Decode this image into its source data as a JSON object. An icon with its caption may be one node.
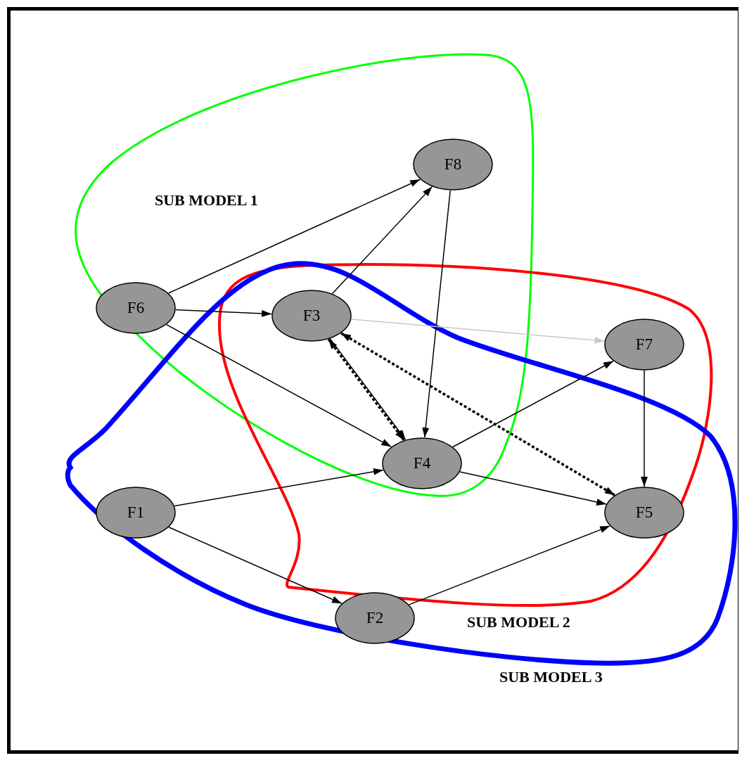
{
  "diagram": {
    "nodes": [
      {
        "text": [
          "F8"
        ]
      },
      {
        "text": [
          "F6"
        ]
      },
      {
        "text": [
          "F3"
        ]
      },
      {
        "text": [
          "F7"
        ]
      },
      {
        "text": [
          "F4"
        ]
      },
      {
        "text": [
          "F1"
        ]
      },
      {
        "text": [
          "F5"
        ]
      },
      {
        "text": [
          "F2"
        ]
      }
    ],
    "labels": [
      "SUB MODEL 1",
      "SUB MODEL 2",
      "SUB MODEL 3"
    ],
    "edges": [
      {
        "from": 1,
        "to": 0,
        "arrow": "to"
      },
      {
        "from": 2,
        "to": 0,
        "arrow": "to"
      },
      {
        "from": 1,
        "to": 2,
        "arrow": "to"
      },
      {
        "from": 1,
        "to": 4,
        "arrow": "to"
      },
      {
        "from": 0,
        "to": 4,
        "arrow": "to"
      },
      {
        "from": 2,
        "to": 3,
        "arrow": "to",
        "color": "#c8c8c8"
      },
      {
        "from": 2,
        "to": 4,
        "arrow": "to"
      },
      {
        "from": 2,
        "to": 4,
        "arrow": "both",
        "style": "dashed"
      },
      {
        "from": 2,
        "to": 6,
        "arrow": "both",
        "style": "dashed"
      },
      {
        "from": 3,
        "to": 6,
        "arrow": "to"
      },
      {
        "from": 4,
        "to": 3,
        "arrow": "to"
      },
      {
        "from": 4,
        "to": 6,
        "arrow": "to"
      },
      {
        "from": 5,
        "to": 4,
        "arrow": "to"
      },
      {
        "from": 5,
        "to": 7,
        "arrow": "to"
      },
      {
        "from": 7,
        "to": 6,
        "arrow": "to"
      }
    ]
  }
}
